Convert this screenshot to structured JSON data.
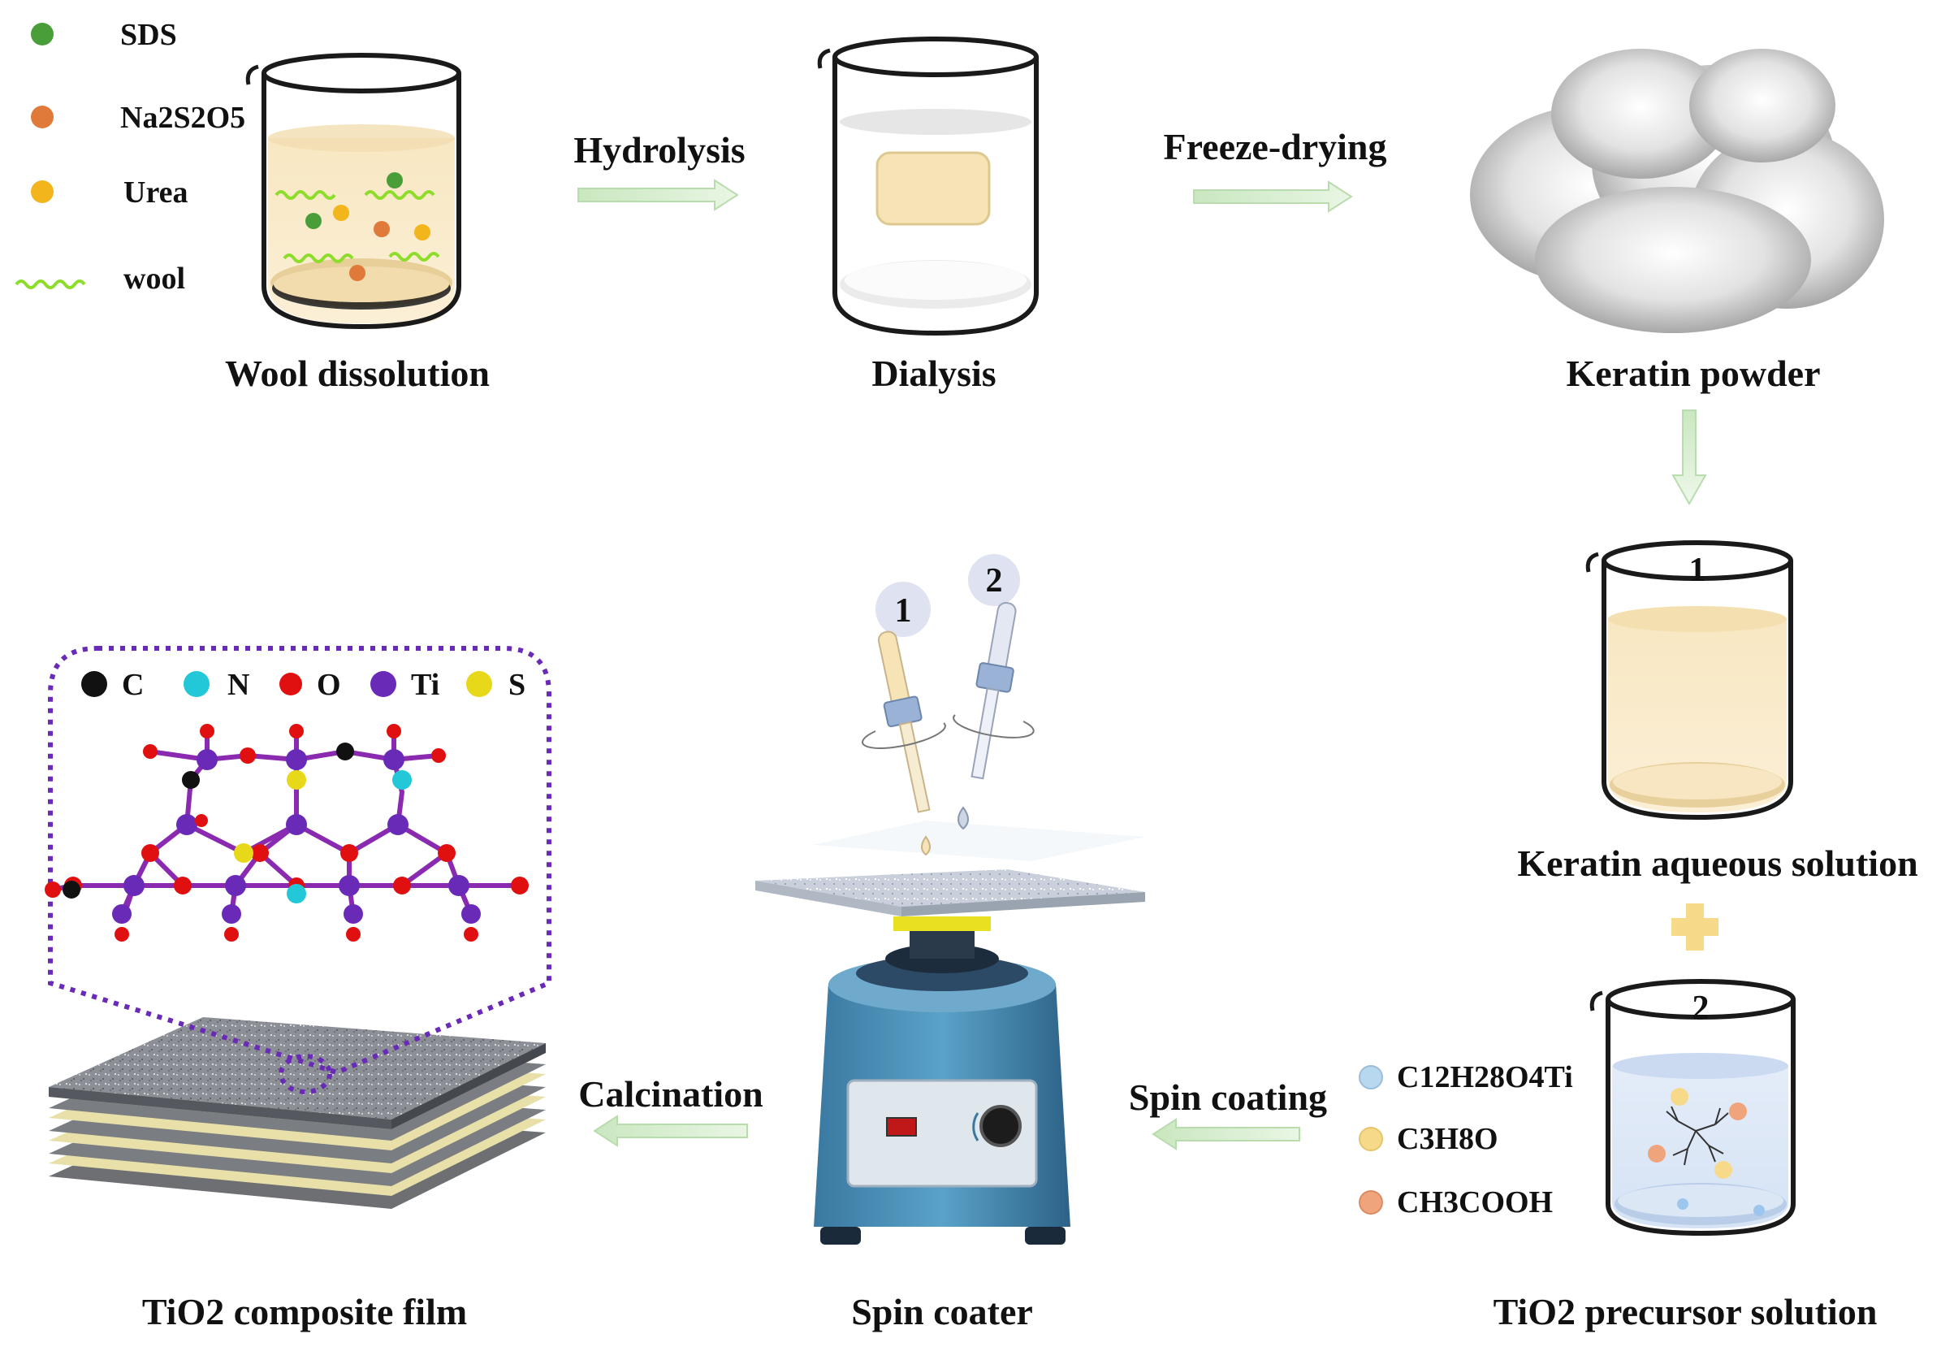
{
  "legend_top": [
    {
      "label": "SDS",
      "color": "#4a9e3a"
    },
    {
      "label": "Na2S2O5",
      "color": "#e07a3a"
    },
    {
      "label": "Urea",
      "color": "#f2b51c"
    },
    {
      "label": "wool",
      "color": "#8edc2c"
    }
  ],
  "steps": {
    "wool_dissolution": "Wool dissolution",
    "dialysis": "Dialysis",
    "keratin_powder": "Keratin powder",
    "keratin_aqueous_solution": "Keratin aqueous solution",
    "tio2_precursor_solution": "TiO2 precursor solution",
    "spin_coater": "Spin coater",
    "tio2_composite_film": "TiO2 composite film"
  },
  "arrows": {
    "hydrolysis": "Hydrolysis",
    "freeze_drying": "Freeze-drying",
    "spin_coating": "Spin coating",
    "calcination": "Calcination"
  },
  "beaker_numbers": {
    "one": "1",
    "two": "2"
  },
  "dropper_numbers": {
    "one": "1",
    "two": "2"
  },
  "precursor_legend": [
    {
      "label": "C12H28O4Ti",
      "color": "#b8d8f0"
    },
    {
      "label": "C3H8O",
      "color": "#f7d98a"
    },
    {
      "label": "CH3COOH",
      "color": "#f0a47c"
    }
  ],
  "atom_legend": [
    {
      "label": "C",
      "color": "#111111"
    },
    {
      "label": "N",
      "color": "#22c8d8"
    },
    {
      "label": "O",
      "color": "#e01010"
    },
    {
      "label": "Ti",
      "color": "#6a2ab8"
    },
    {
      "label": "S",
      "color": "#e8d81a"
    }
  ]
}
